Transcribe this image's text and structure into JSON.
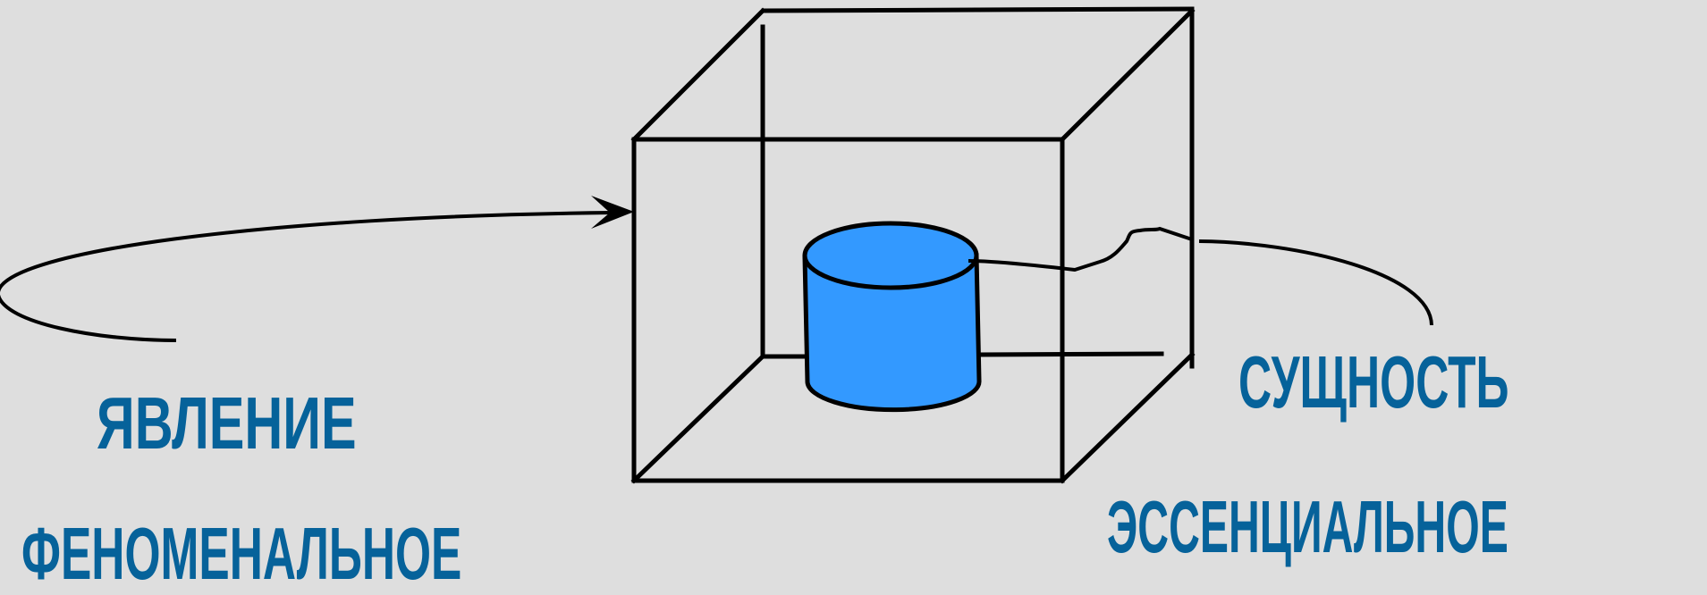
{
  "labels": {
    "phenomenon": "ЯВЛЕНИЕ",
    "phenomenal": "ФЕНОМЕНАЛЬНОЕ",
    "essence": "СУЩНОСТЬ",
    "essential": "ЭССЕНЦИАЛЬНОЕ"
  },
  "colors": {
    "background": "#dedede",
    "label_text": "#06629a",
    "cylinder_fill": "#3399ff",
    "outline": "#000000"
  }
}
